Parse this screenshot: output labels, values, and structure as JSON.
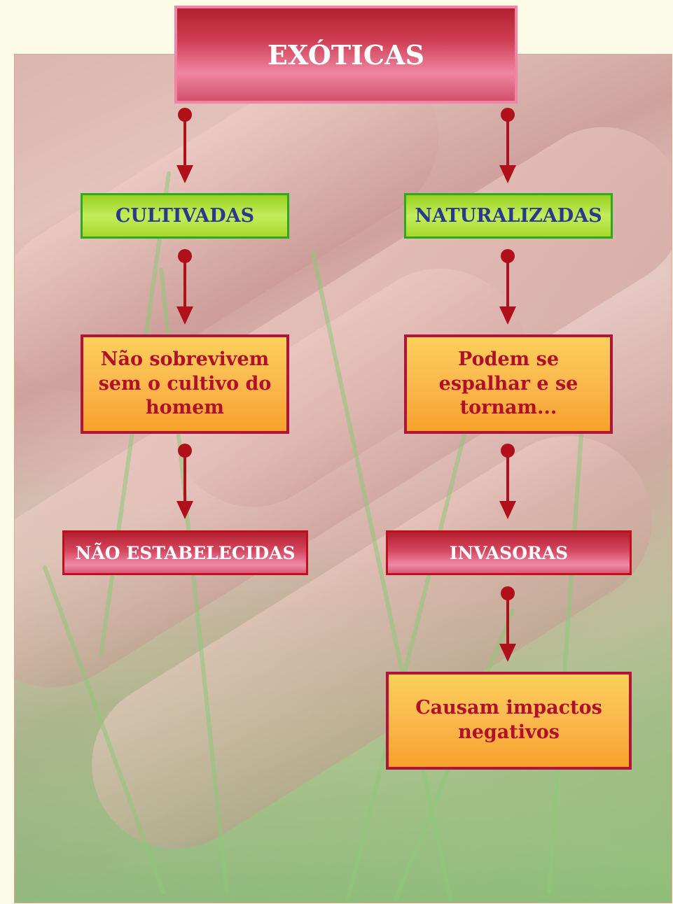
{
  "title": "EXÓTICAS",
  "left": {
    "category": "CULTIVADAS",
    "description": "Não sobrevivem sem o cultivo do homem",
    "result": "NÃO ESTABELECIDAS"
  },
  "right": {
    "category": "NATURALIZADAS",
    "description": "Podem se espalhar e se tornam...",
    "result": "INVASORAS",
    "consequence": "Causam impactos negativos"
  },
  "colors": {
    "arrow": "#b0101a",
    "title_box": "#d2506a",
    "category_box": "#b5e04a",
    "description_box": "#fbb84e",
    "description_border": "#b2133a",
    "category_text": "#2a3a8a",
    "description_text": "#b2102a"
  }
}
